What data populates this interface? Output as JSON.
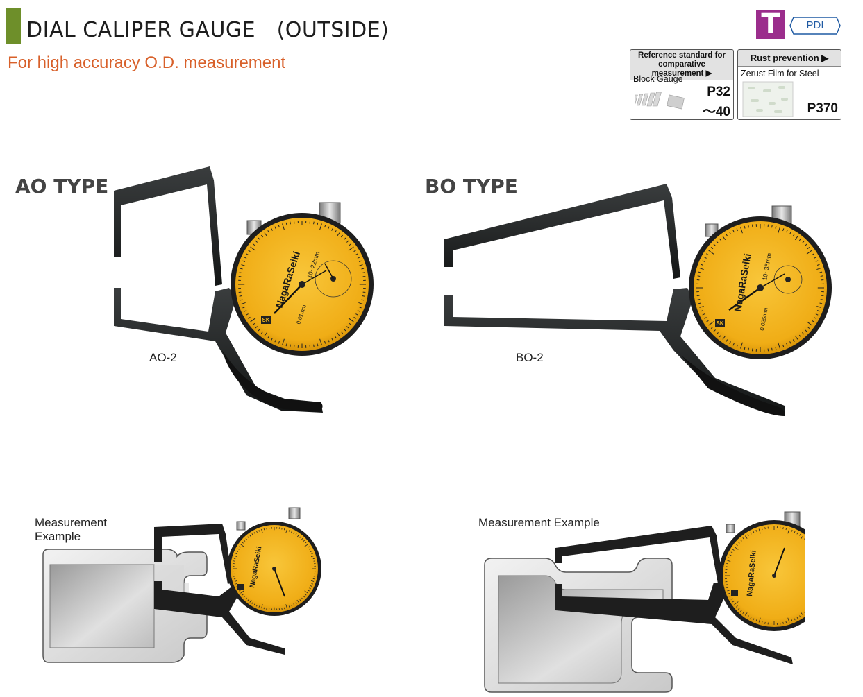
{
  "header": {
    "title": "DIAL CALIPER GAUGE　(OUTSIDE)",
    "subtitle": "For high accuracy O.D. measurement",
    "badge_t": "T",
    "badge_pdi": "PDI"
  },
  "reference_box": {
    "header_line1": "Reference standard for",
    "header_line2": "comparative measurement",
    "item": "Block Gauge",
    "page_line1": "P32",
    "page_line2": "～40"
  },
  "rust_box": {
    "header": "Rust prevention",
    "item": "Zerust Film for Steel",
    "page": "P370"
  },
  "products": [
    {
      "type": "AO TYPE",
      "model": "AO-2",
      "dial_range": "10~22mm",
      "dial_resolution": "0.01mm"
    },
    {
      "type": "BO TYPE",
      "model": "BO-2",
      "dial_range": "10~35mm",
      "dial_resolution": "0.025mm"
    }
  ],
  "brand": {
    "logo_text": "NagaRaSeiki",
    "mark": "SK"
  },
  "examples": [
    {
      "label_line1": "Measurement",
      "label_line2": "Example"
    },
    {
      "label": "Measurement Example"
    }
  ],
  "colors": {
    "accent_green": "#6e8f2a",
    "subtitle_orange": "#d8602a",
    "badge_purple": "#9b2d8c",
    "pdi_blue": "#1f5aa3",
    "dial_yellow": "#f2b51d"
  }
}
